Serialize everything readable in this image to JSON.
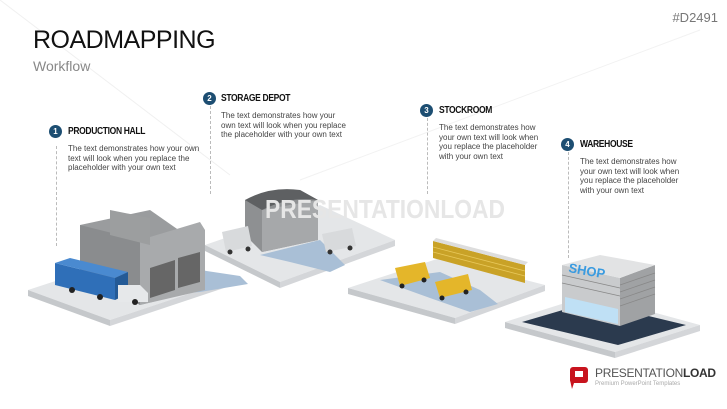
{
  "header": {
    "code": "#D2491",
    "title": "ROADMAPPING",
    "subtitle": "Workflow"
  },
  "steps": [
    {
      "number": "1",
      "title": "PRODUCTION HALL",
      "text": "The text demonstrates how your own text will look when you replace the placeholder with your own text"
    },
    {
      "number": "2",
      "title": "STORAGE DEPOT",
      "text": "The text demonstrates how your own text will look when you replace the placeholder with your own text"
    },
    {
      "number": "3",
      "title": "STOCKROOM",
      "text": "The text demonstrates how your own text will look when you replace the placeholder with your own text"
    },
    {
      "number": "4",
      "title": "WAREHOUSE",
      "text": "The text demonstrates how your own text will look when you replace the placeholder with your own text"
    }
  ],
  "illustration": {
    "shop_sign": "SHOP",
    "watermark": "PRESENTATIONLOAD"
  },
  "logo": {
    "brand_light": "PRESENTATION",
    "brand_bold": "LOAD",
    "tagline": "Premium PowerPoint Templates"
  },
  "colors": {
    "accent": "#1d4e72",
    "shop_sign": "#3a9be0",
    "path": "#a9bfd6",
    "logo_red": "#c8141e"
  }
}
